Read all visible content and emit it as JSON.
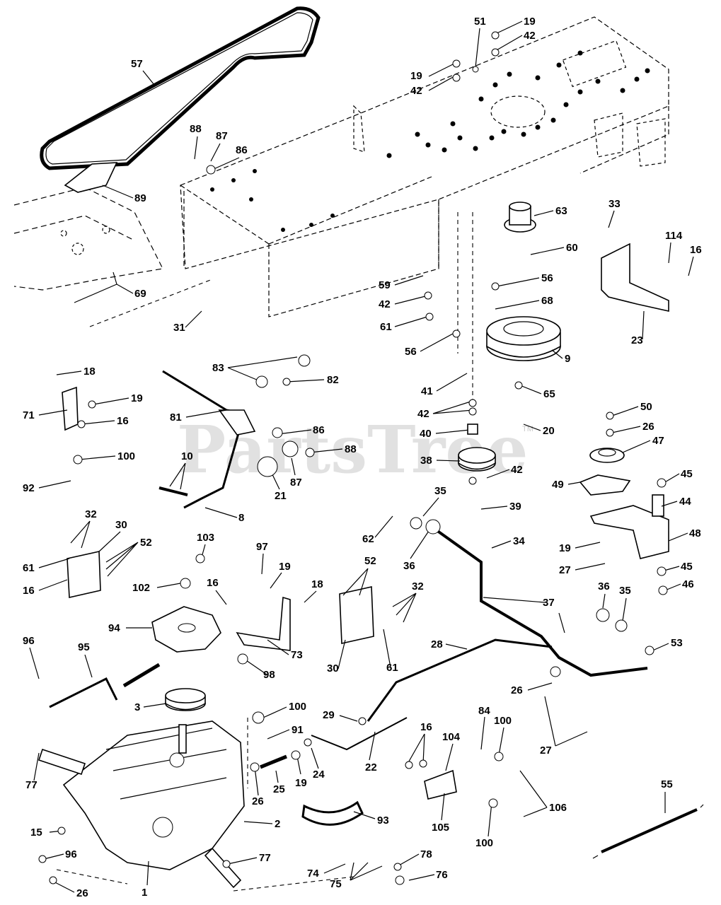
{
  "watermark": {
    "text": "PartsTree",
    "trademark": "TM"
  },
  "labels": [
    "1",
    "2",
    "3",
    "8",
    "9",
    "10",
    "15",
    "16",
    "18",
    "19",
    "20",
    "21",
    "22",
    "23",
    "24",
    "25",
    "26",
    "27",
    "28",
    "29",
    "30",
    "31",
    "32",
    "33",
    "34",
    "35",
    "36",
    "37",
    "38",
    "39",
    "40",
    "41",
    "42",
    "44",
    "45",
    "46",
    "47",
    "48",
    "49",
    "50",
    "52",
    "53",
    "55",
    "56",
    "57",
    "59",
    "60",
    "61",
    "62",
    "63",
    "65",
    "68",
    "69",
    "71",
    "73",
    "74",
    "75",
    "76",
    "77",
    "78",
    "81",
    "82",
    "83",
    "84",
    "86",
    "87",
    "88",
    "89",
    "91",
    "92",
    "93",
    "94",
    "95",
    "96",
    "97",
    "98",
    "100",
    "102",
    "103",
    "104",
    "105",
    "106",
    "114"
  ],
  "callouts": [
    {
      "label": "57"
    },
    {
      "label": "51"
    },
    {
      "label": "19"
    },
    {
      "label": "42"
    },
    {
      "label": "19"
    },
    {
      "label": "42"
    },
    {
      "label": "88"
    },
    {
      "label": "87"
    },
    {
      "label": "86"
    },
    {
      "label": "89"
    },
    {
      "label": "69"
    },
    {
      "label": "31"
    },
    {
      "label": "63"
    },
    {
      "label": "60"
    },
    {
      "label": "33"
    },
    {
      "label": "114"
    },
    {
      "label": "16"
    },
    {
      "label": "59"
    },
    {
      "label": "56"
    },
    {
      "label": "42"
    },
    {
      "label": "68"
    },
    {
      "label": "61"
    },
    {
      "label": "56"
    },
    {
      "label": "9"
    },
    {
      "label": "23"
    },
    {
      "label": "18"
    },
    {
      "label": "83"
    },
    {
      "label": "82"
    },
    {
      "label": "71"
    },
    {
      "label": "19"
    },
    {
      "label": "16"
    },
    {
      "label": "81"
    },
    {
      "label": "41"
    },
    {
      "label": "65"
    },
    {
      "label": "42"
    },
    {
      "label": "40"
    },
    {
      "label": "20"
    },
    {
      "label": "50"
    },
    {
      "label": "26"
    },
    {
      "label": "47"
    },
    {
      "label": "86"
    },
    {
      "label": "88"
    },
    {
      "label": "100"
    },
    {
      "label": "10"
    },
    {
      "label": "87"
    },
    {
      "label": "38"
    },
    {
      "label": "42"
    },
    {
      "label": "45"
    },
    {
      "label": "49"
    },
    {
      "label": "92"
    },
    {
      "label": "21"
    },
    {
      "label": "35"
    },
    {
      "label": "44"
    },
    {
      "label": "8"
    },
    {
      "label": "39"
    },
    {
      "label": "62"
    },
    {
      "label": "32"
    },
    {
      "label": "30"
    },
    {
      "label": "103"
    },
    {
      "label": "36"
    },
    {
      "label": "34"
    },
    {
      "label": "48"
    },
    {
      "label": "52"
    },
    {
      "label": "61"
    },
    {
      "label": "97"
    },
    {
      "label": "19"
    },
    {
      "label": "16"
    },
    {
      "label": "102"
    },
    {
      "label": "19"
    },
    {
      "label": "18"
    },
    {
      "label": "52"
    },
    {
      "label": "32"
    },
    {
      "label": "27"
    },
    {
      "label": "45"
    },
    {
      "label": "46"
    },
    {
      "label": "16"
    },
    {
      "label": "37"
    },
    {
      "label": "36"
    },
    {
      "label": "35"
    },
    {
      "label": "94"
    },
    {
      "label": "96"
    },
    {
      "label": "95"
    },
    {
      "label": "73"
    },
    {
      "label": "30"
    },
    {
      "label": "61"
    },
    {
      "label": "28"
    },
    {
      "label": "53"
    },
    {
      "label": "98"
    },
    {
      "label": "3"
    },
    {
      "label": "100"
    },
    {
      "label": "91"
    },
    {
      "label": "29"
    },
    {
      "label": "26"
    },
    {
      "label": "84"
    },
    {
      "label": "100"
    },
    {
      "label": "16"
    },
    {
      "label": "104"
    },
    {
      "label": "27"
    },
    {
      "label": "77"
    },
    {
      "label": "19"
    },
    {
      "label": "24"
    },
    {
      "label": "25"
    },
    {
      "label": "22"
    },
    {
      "label": "55"
    },
    {
      "label": "26"
    },
    {
      "label": "106"
    },
    {
      "label": "15"
    },
    {
      "label": "93"
    },
    {
      "label": "2"
    },
    {
      "label": "105"
    },
    {
      "label": "100"
    },
    {
      "label": "96"
    },
    {
      "label": "77"
    },
    {
      "label": "78"
    },
    {
      "label": "74"
    },
    {
      "label": "76"
    },
    {
      "label": "75"
    },
    {
      "label": "1"
    },
    {
      "label": "26"
    }
  ]
}
